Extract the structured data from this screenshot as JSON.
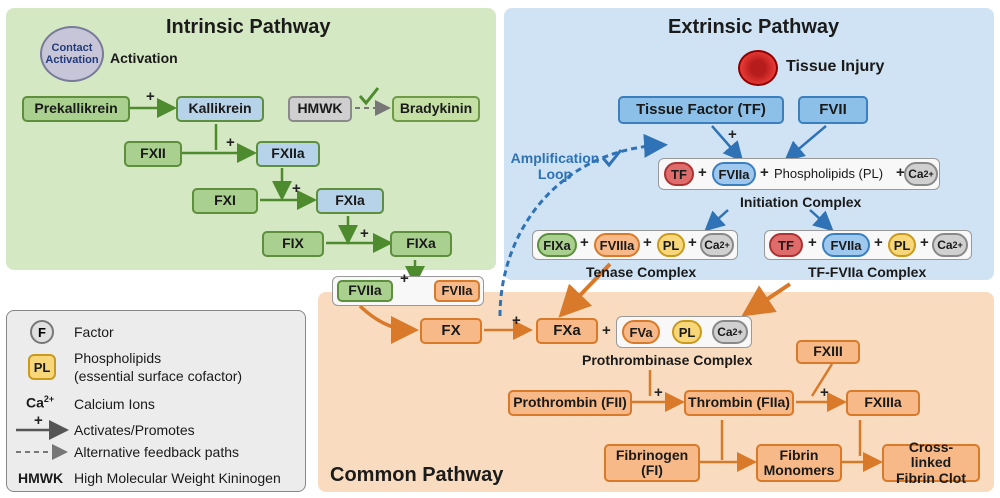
{
  "intrinsic": {
    "title": "Intrinsic Pathway",
    "contact": "Contact Activation",
    "activation_label": "Activation",
    "prekallikrein": "Prekallikrein",
    "kallikrein": "Kallikrein",
    "hmwk": "HMWK",
    "bradykinin": "Bradykinin",
    "fxii": "FXII",
    "fxiia": "FXIIa",
    "fxi": "FXI",
    "fxia": "FXIa",
    "fix": "FIX",
    "fixa": "FIXa",
    "fviia": "FVIIa",
    "fviia2": "FVIIa"
  },
  "extrinsic": {
    "title": "Extrinsic Pathway",
    "tissue_injury": "Tissue Injury",
    "tissue_factor": "Tissue Factor (TF)",
    "fvii": "FVII",
    "amplification": "Amplification Loop",
    "init_tf": "TF",
    "init_fviia": "FVIIa",
    "init_pl_text": "Phospholipids (PL)",
    "init_ca": "Ca",
    "init_label": "Initiation Complex",
    "ten_fixa": "FIXa",
    "ten_fviiia": "FVIIIa",
    "ten_pl": "PL",
    "ten_ca": "Ca",
    "ten_label": "Tenase Complex",
    "tff_tf": "TF",
    "tff_fviia": "FVIIa",
    "tff_pl": "PL",
    "tff_ca": "Ca",
    "tff_label": "TF-FVIIa Complex"
  },
  "common": {
    "title": "Common Pathway",
    "fx": "FX",
    "fxa": "FXa",
    "fva": "FVa",
    "pl": "PL",
    "ca": "Ca",
    "prothrombinase": "Prothrombinase Complex",
    "fxiii": "FXIII",
    "prothrombin": "Prothrombin (FII)",
    "thrombin": "Thrombin (FIIa)",
    "fxiiia": "FXIIIa",
    "fibrinogen": "Fibrinogen (FI)",
    "fibrin_monomers": "Fibrin Monomers",
    "crosslinked": "Cross-linked Fibrin Clot"
  },
  "legend": {
    "f_symbol": "F",
    "factor": "Factor",
    "pl_symbol": "PL",
    "phospholipids": "Phospholipids",
    "phospholipids_note": "(essential surface cofactor)",
    "ca_symbol": "Ca",
    "calcium": "Calcium Ions",
    "activates": "Activates/Promotes",
    "feedback": "Alternative feedback paths",
    "hmwk_symbol": "HMWK",
    "hmwk": "High Molecular Weight Kininogen"
  },
  "ops": {
    "plus": "+",
    "superscript": "2+"
  },
  "colors": {
    "intrinsic_bg": "#d5e8c4",
    "extrinsic_bg": "#cfe3f4",
    "common_bg": "#f9dcbf",
    "green_arrow": "#4e8a2e",
    "blue_arrow": "#2f72b5",
    "orange_arrow": "#d97a2b"
  }
}
